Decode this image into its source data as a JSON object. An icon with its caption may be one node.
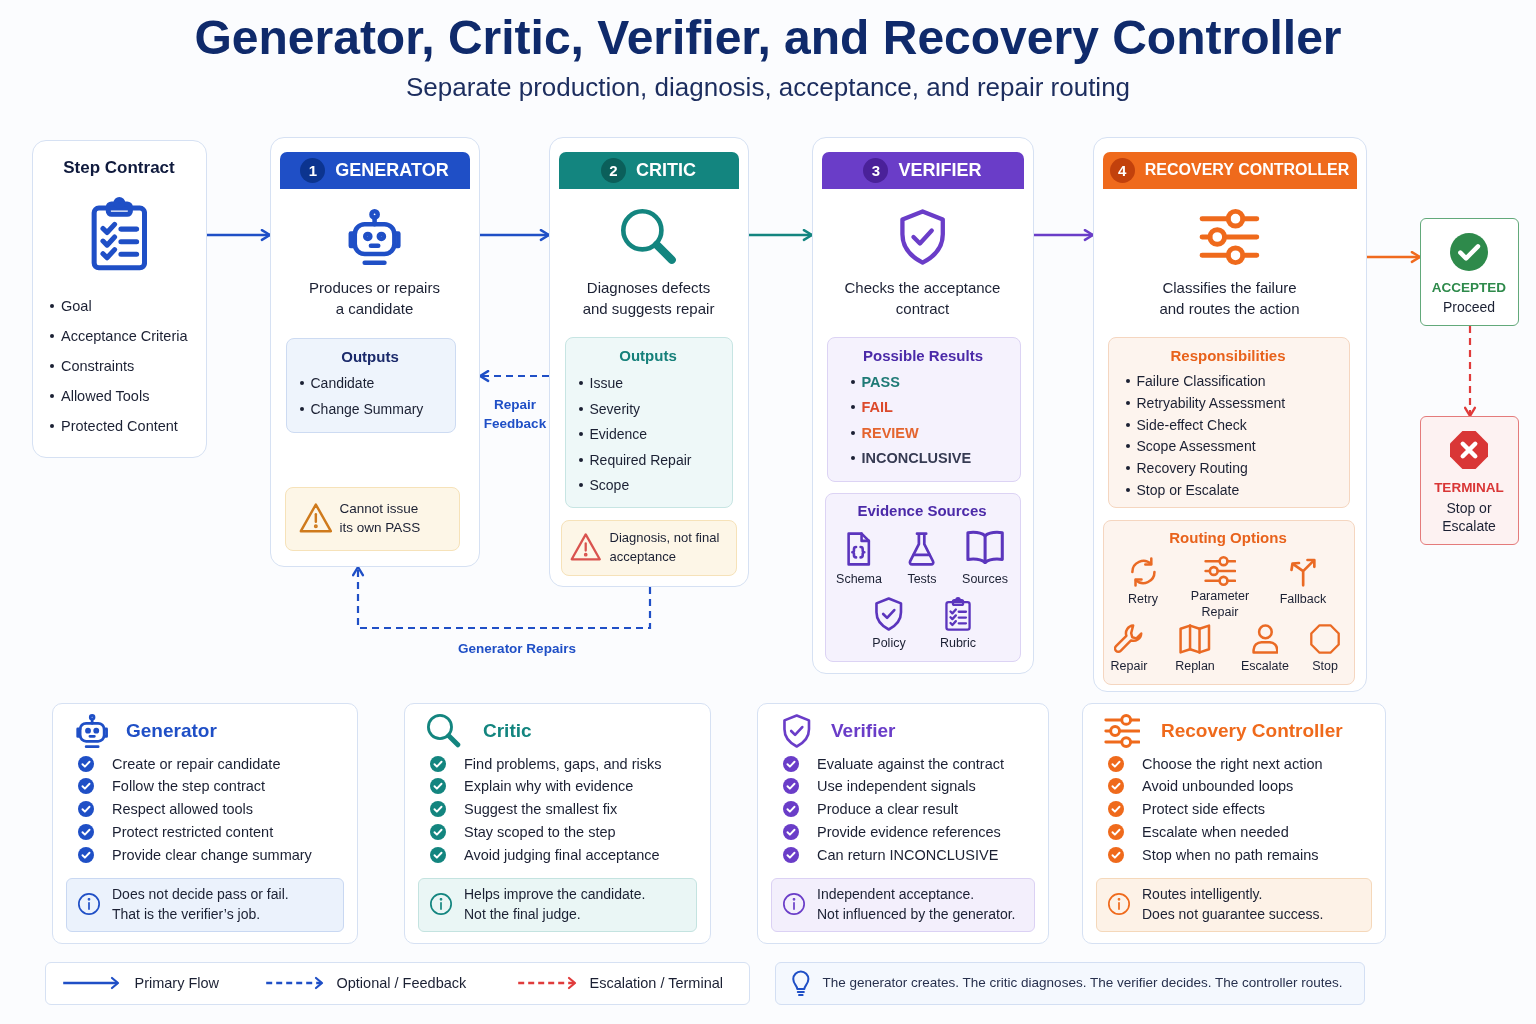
{
  "diagram": {
    "title": "Generator, Critic, Verifier, and Recovery Controller",
    "nodes": [
      {
        "text": [
          "Step Contract",
          "Goal",
          "Acceptance Criteria",
          "Constraints",
          "Allowed Tools",
          "Protected Content"
        ]
      },
      {
        "text": [
          "1",
          "GENERATOR",
          "Produces or repairs a candidate"
        ]
      },
      {
        "text": [
          "Outputs",
          "Candidate",
          "Change Summary"
        ],
        "in": 1
      },
      {
        "text": [
          "Cannot issue its own PASS"
        ],
        "in": 1
      },
      {
        "text": [
          "2",
          "CRITIC",
          "Diagnoses defects and suggests repair"
        ]
      },
      {
        "text": [
          "Outputs",
          "Issue",
          "Severity",
          "Evidence",
          "Required Repair",
          "Scope"
        ],
        "in": 4
      },
      {
        "text": [
          "Diagnosis, not final acceptance"
        ],
        "in": 4
      },
      {
        "text": [
          "3",
          "VERIFIER",
          "Checks the acceptance contract"
        ]
      },
      {
        "text": [
          "Possible Results",
          "PASS",
          "FAIL",
          "REVIEW",
          "INCONCLUSIVE"
        ],
        "in": 7
      },
      {
        "text": [
          "Evidence Sources",
          "Schema",
          "Tests",
          "Sources",
          "Policy",
          "Rubric"
        ],
        "in": 7
      },
      {
        "text": [
          "4",
          "RECOVERY CONTROLLER",
          "Classifies the failure and routes the action"
        ]
      },
      {
        "text": [
          "Responsibilities",
          "Failure Classification",
          "Retryability Assessment",
          "Side-effect Check",
          "Scope Assessment",
          "Recovery Routing",
          "Stop or Escalate"
        ],
        "in": 10
      },
      {
        "text": [
          "Routing Options",
          "Retry",
          "Parameter Repair",
          "Fallback",
          "Repair",
          "Replan",
          "Escalate",
          "Stop"
        ],
        "in": 10
      },
      {
        "text": [
          "ACCEPTED",
          "Proceed"
        ]
      },
      {
        "text": [
          "TERMINAL",
          "Stop or Escalate"
        ]
      },
      {
        "text": [
          "Generator",
          "Create or repair candidate",
          "Follow the step contract",
          "Respect allowed tools",
          "Protect restricted content",
          "Provide clear change summary"
        ]
      },
      {
        "text": [
          "Does not decide pass or fail.",
          "That is the verifier’s job."
        ],
        "in": 15
      },
      {
        "text": [
          "Critic",
          "Find problems, gaps, and risks",
          "Explain why with evidence",
          "Suggest the smallest fix",
          "Stay scoped to the step",
          "Avoid judging final acceptance"
        ]
      },
      {
        "text": [
          "Helps improve the candidate.",
          "Not the final judge."
        ],
        "in": 17
      },
      {
        "text": [
          "Verifier",
          "Evaluate against the contract",
          "Use independent signals",
          "Produce a clear result",
          "Provide evidence references",
          "Can return INCONCLUSIVE"
        ]
      },
      {
        "text": [
          "Independent acceptance.",
          "Not influenced by the generator."
        ],
        "in": 19
      },
      {
        "text": [
          "Recovery Controller",
          "Choose the right next action",
          "Avoid unbounded loops",
          "Protect side effects",
          "Escalate when needed",
          "Stop when no path remains"
        ]
      },
      {
        "text": [
          "Routes intelligently.",
          "Does not guarantee success."
        ],
        "in": 21
      },
      {
        "text": [
          "The generator creates. The critic diagnoses. The verifier decides. The controller routes."
        ]
      }
    ],
    "edges": [
      {
        "from": 0,
        "to": 1,
        "arrow": "to"
      },
      {
        "from": 1,
        "to": 4,
        "arrow": "to"
      },
      {
        "from": 4,
        "to": 7,
        "arrow": "to",
        "color": "#13857f"
      },
      {
        "from": 7,
        "to": 10,
        "arrow": "to",
        "color": "#6a3dc8"
      },
      {
        "from": 10,
        "to": 13,
        "arrow": "to",
        "color": "#f06a1e"
      },
      {
        "from": 13,
        "to": 14,
        "arrow": "to",
        "style": "dashed",
        "color": "#e03b3b"
      },
      {
        "from": 4,
        "to": 1,
        "arrow": "to",
        "style": "dashed",
        "label": "Repair Feedback"
      },
      {
        "from": 4,
        "to": 1,
        "arrow": "to",
        "style": "dashed",
        "label": "Generator Repairs"
      }
    ],
    "labels": [
      "Separate production, diagnosis, acceptance, and repair routing"
    ],
    "legend": [
      {
        "text": "Primary Flow"
      },
      {
        "text": "Optional / Feedback"
      },
      {
        "text": "Escalation / Terminal"
      }
    ]
  }
}
